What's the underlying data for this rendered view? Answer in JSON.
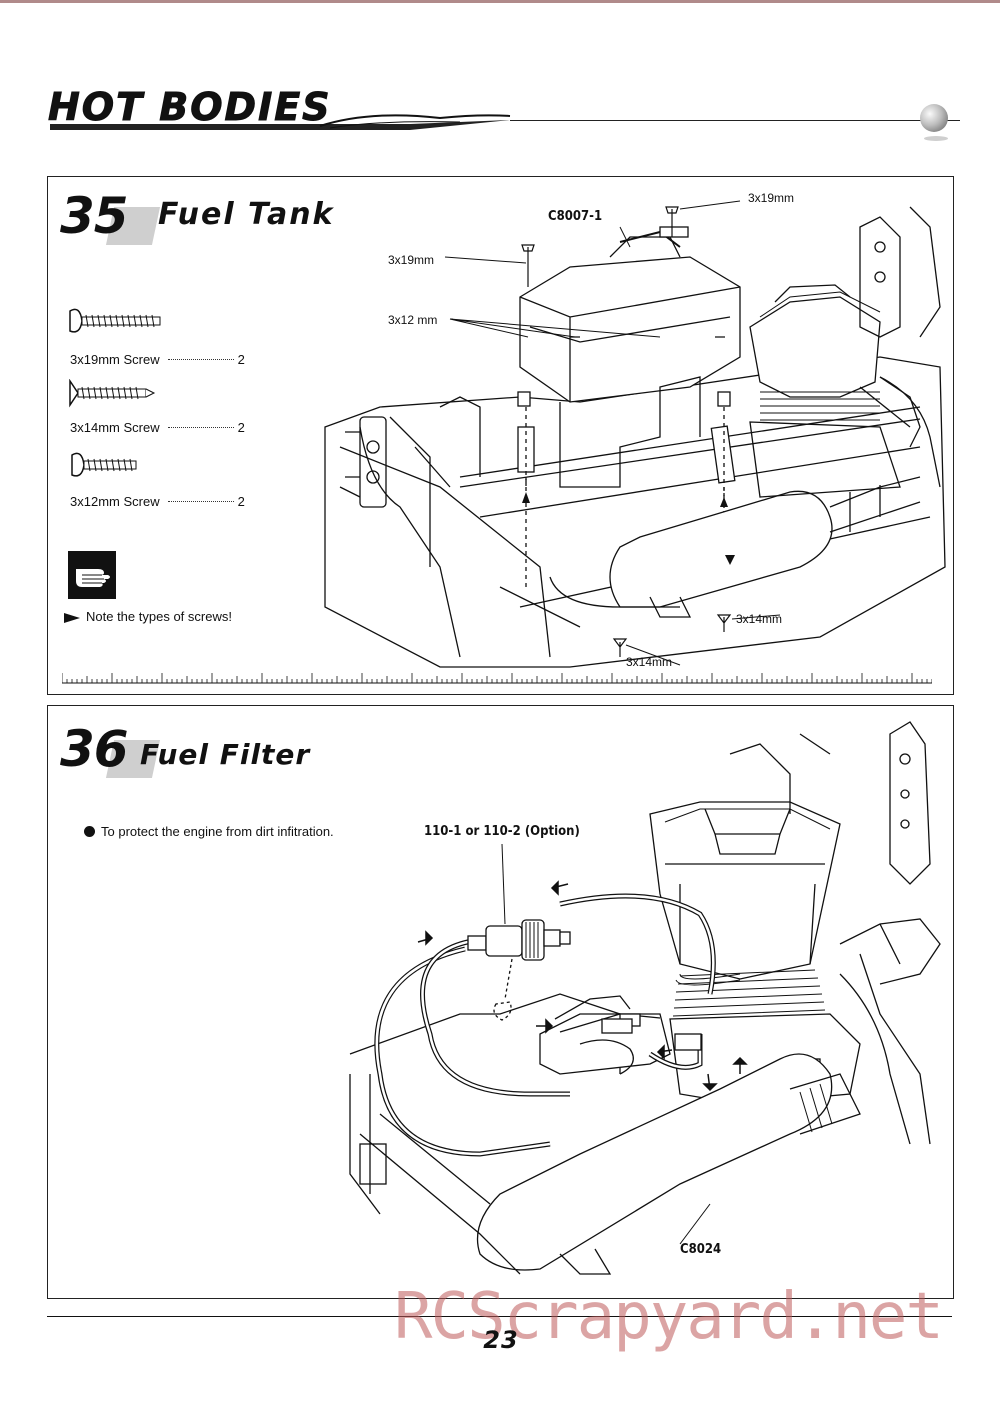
{
  "brand": {
    "logo_text": "HOT BODIES"
  },
  "step35": {
    "number": "35",
    "title": "Fuel Tank",
    "screws": [
      {
        "label": "3x19mm  Screw",
        "qty": "2"
      },
      {
        "label": "3x14mm  Screw",
        "qty": "2"
      },
      {
        "label": "3x12mm Screw",
        "qty": "2"
      }
    ],
    "note": "Note the types of screws!",
    "callouts": {
      "part": "C8007-1",
      "screw_top_right": "3x19mm",
      "screw_top_left": "3x19mm",
      "screw_mid": "3x12 mm",
      "screw_bottom_right": "3x14mm",
      "screw_bottom": "3x14mm"
    }
  },
  "step36": {
    "number": "36",
    "title": "Fuel Filter",
    "bullet": "To protect the engine from dirt infitration.",
    "callouts": {
      "filter_part": "110-1 or 110-2 (Option)",
      "pipe_part": "C8024"
    }
  },
  "footer": {
    "page_number": "23"
  },
  "watermark": "RCScrapyard.net"
}
